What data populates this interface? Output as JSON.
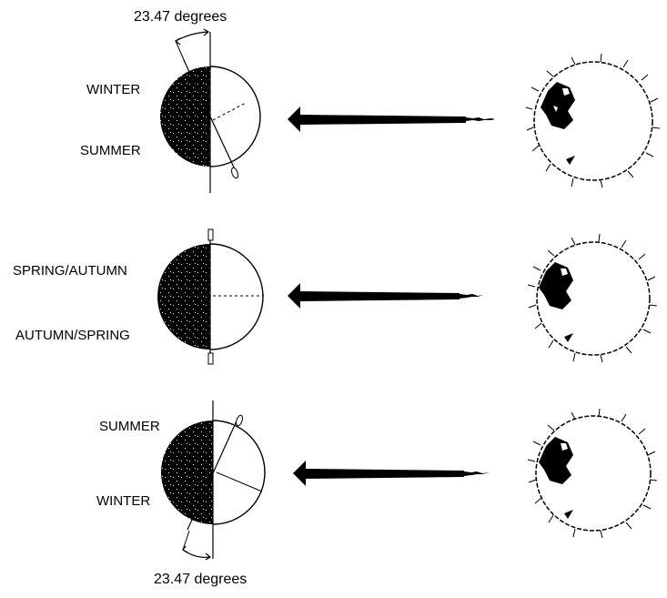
{
  "diagram": {
    "top_angle_label": "23.47 degrees",
    "bottom_angle_label": "23.47 degrees",
    "rows": [
      {
        "upper_label": "WINTER",
        "lower_label": "SUMMER"
      },
      {
        "upper_label": "SPRING/AUTUMN",
        "lower_label": "AUTUMN/SPRING"
      },
      {
        "upper_label": "SUMMER",
        "lower_label": "WINTER"
      }
    ],
    "colors": {
      "ink": "#000000",
      "background": "#ffffff"
    }
  }
}
